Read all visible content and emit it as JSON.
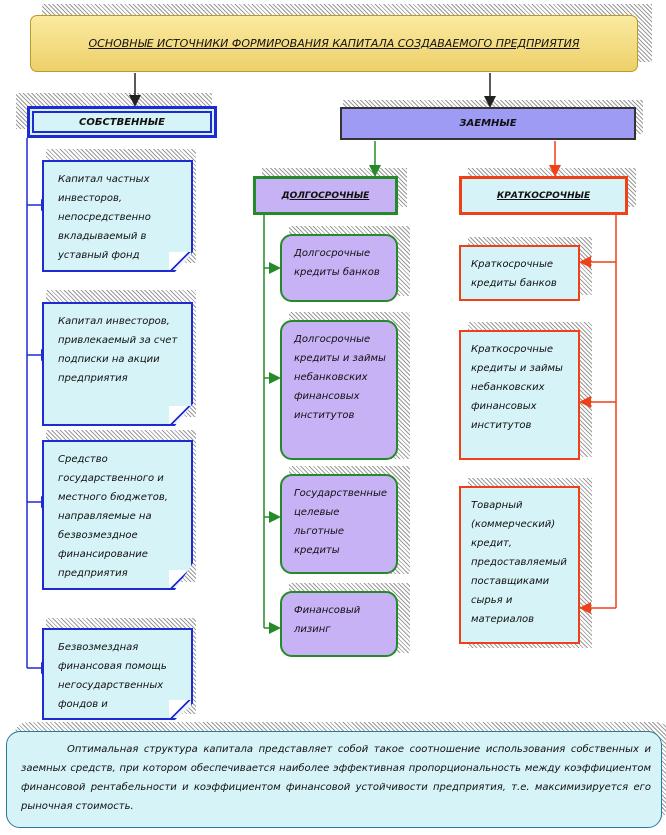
{
  "title": "ОСНОВНЫЕ ИСТОЧНИКИ ФОРМИРОВАНИЯ КАПИТАЛА СОЗДАВАЕМОГО ПРЕДПРИЯТИЯ",
  "own": {
    "header": "СОБСТВЕННЫЕ",
    "items": [
      "Капитал частных инвесторов, непосредственно вкладываемый в уставный фонд",
      "Капитал инвесторов, привлекаемый за счет подписки на акции предприятия",
      "Средство государственного и местного бюджетов, направляемые на безвозмездное финансирование предприятия",
      "Безвозмездная финансовая помощь негосударственных фондов и"
    ]
  },
  "borrowed": {
    "header": "ЗАЕМНЫЕ",
    "long_term": {
      "header": "ДОЛГОСРОЧНЫЕ",
      "items": [
        "Долгосрочные кредиты банков",
        "Долгосрочные кредиты и займы небанковских финансовых институтов",
        "Государственные целевые льготные кредиты",
        "Финансовый лизинг"
      ]
    },
    "short_term": {
      "header": "КРАТКОСРОЧНЫЕ",
      "items": [
        "Краткосрочные кредиты банков",
        "Краткосрочные кредиты и займы небанковских финансовых институтов",
        "Товарный (коммерческий) кредит, предоставляемый поставщиками сырья и материалов"
      ]
    }
  },
  "footer": "Оптимальная структура капитала представляет собой такое соотношение использования собственных и заемных средств, при котором обеспечивается наиболее эффективная пропорциональность между коэффициентом финансовой рентабельности и коэффициентом финансовой устойчивости предприятия, т.е. максимизируется его рыночная стоимость.",
  "colors": {
    "blue": "#1e2bd2",
    "green": "#258a29",
    "red": "#f04018",
    "gold": "#ecd06a",
    "lavender": "#9d9bf3",
    "purple": "#c6b2f5",
    "cyan": "#d6f3f8"
  }
}
